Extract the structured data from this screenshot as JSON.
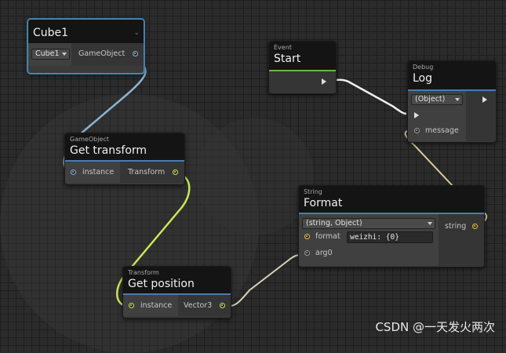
{
  "nodes": {
    "cube1": {
      "title": "Cube1",
      "dropdown": "Cube1",
      "output_label": "GameObject"
    },
    "start": {
      "category": "Event",
      "title": "Start"
    },
    "log": {
      "category": "Debug",
      "title": "Log",
      "dropdown": "(Object)",
      "input_label": "message"
    },
    "get_transform": {
      "category": "GameObject",
      "title": "Get transform",
      "input_label": "instance",
      "output_label": "Transform"
    },
    "format": {
      "category": "String",
      "title": "Format",
      "dropdown": "(string, Object)",
      "format_label": "format",
      "format_value": "weizhi: {0}",
      "arg_label": "arg0",
      "output_label": "string"
    },
    "get_position": {
      "category": "Transform",
      "title": "Get position",
      "input_label": "instance",
      "output_label": "Vector3"
    }
  },
  "watermark": "CSDN @一天发火两次",
  "colors": {
    "object_wire": "#8ab4d4",
    "vector_wire": "#c8e85a",
    "string_wire": "#d8cc9a",
    "flow_wire": "#f0f0f0",
    "selection": "#4a90b8"
  }
}
